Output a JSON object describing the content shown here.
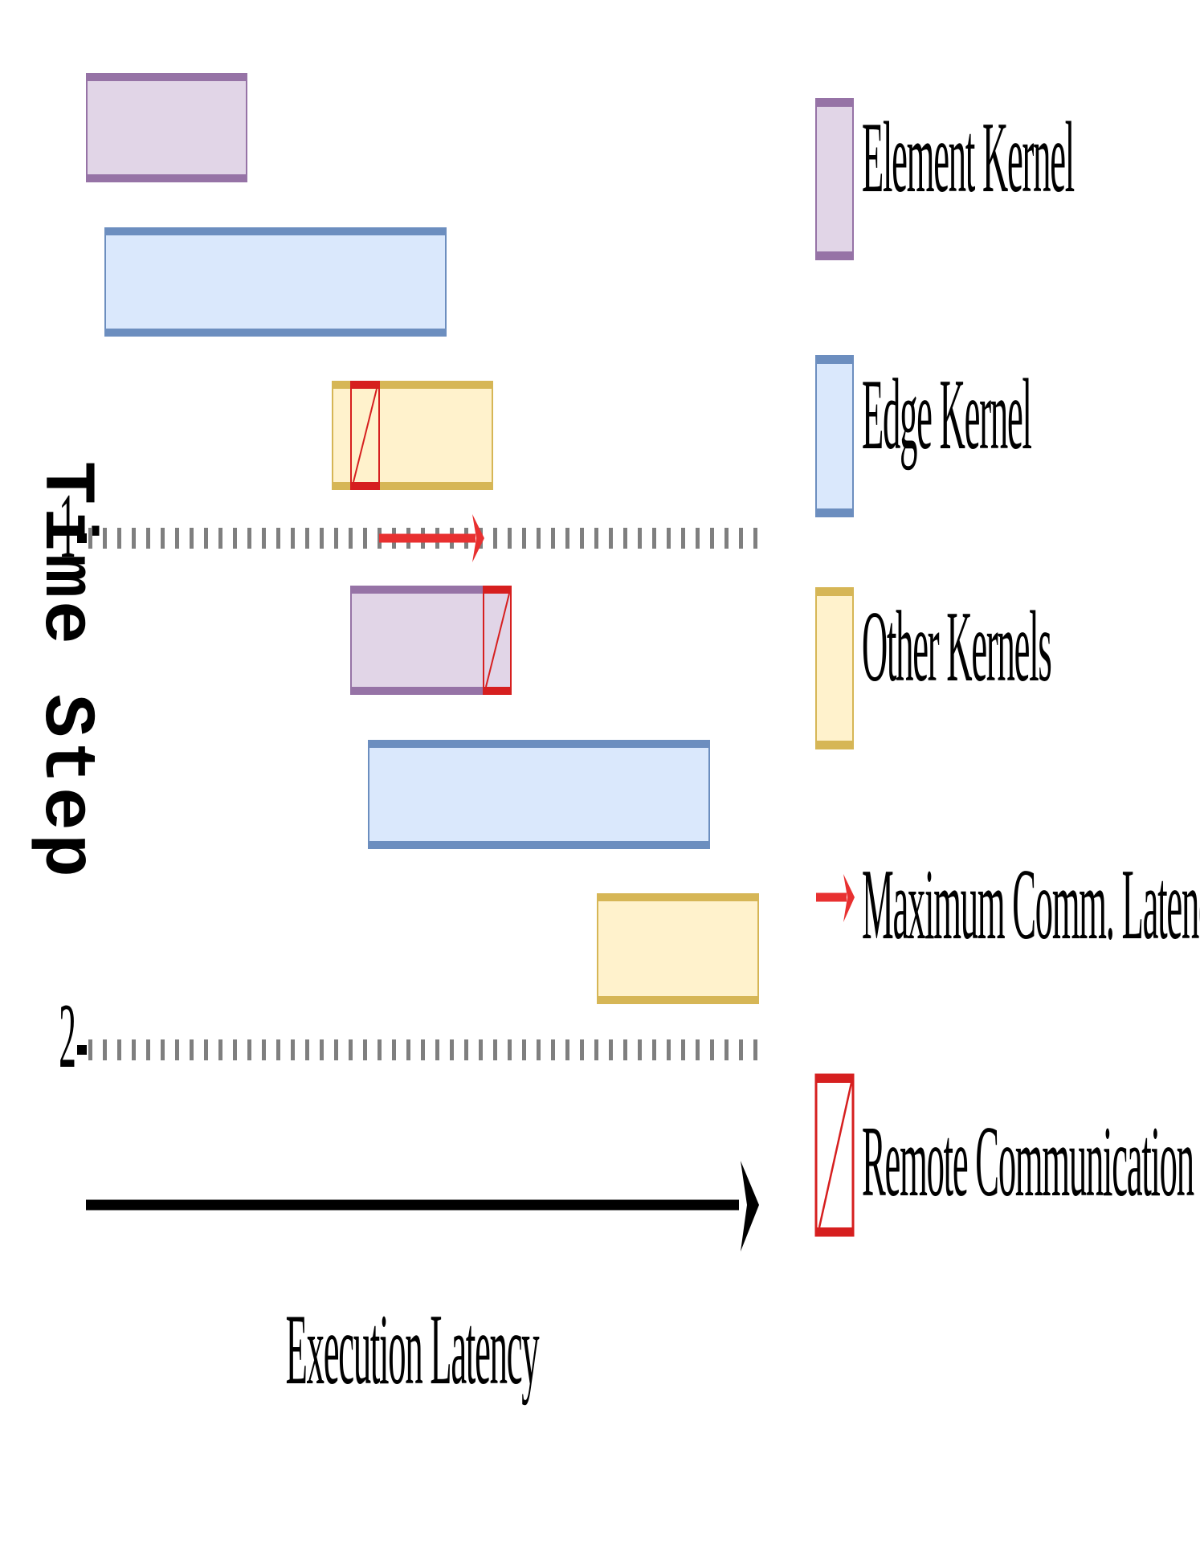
{
  "diagram": {
    "y_axis_label": "Time Step",
    "x_axis_label": "Execution Latency",
    "time_steps": [
      "1",
      "2"
    ],
    "colors": {
      "element_fill": "#e1d5e7",
      "element_stroke": "#9673a6",
      "edge_fill": "#dae8fc",
      "edge_stroke": "#6c8ebf",
      "other_fill": "#fff2cc",
      "other_stroke": "#d6b656",
      "comm_stroke": "#d61f1f",
      "latency_arrow": "#e83030"
    },
    "legend": [
      {
        "key": "element",
        "label": "Element Kernel",
        "icon": "element-kernel-swatch"
      },
      {
        "key": "edge",
        "label": "Edge Kernel",
        "icon": "edge-kernel-swatch"
      },
      {
        "key": "other",
        "label": "Other Kernels",
        "icon": "other-kernels-swatch"
      },
      {
        "key": "latency",
        "label": "Maximum Comm. Latency",
        "icon": "red-arrow-icon"
      },
      {
        "key": "comm",
        "label": "Remote Communication",
        "icon": "remote-comm-swatch"
      }
    ]
  }
}
